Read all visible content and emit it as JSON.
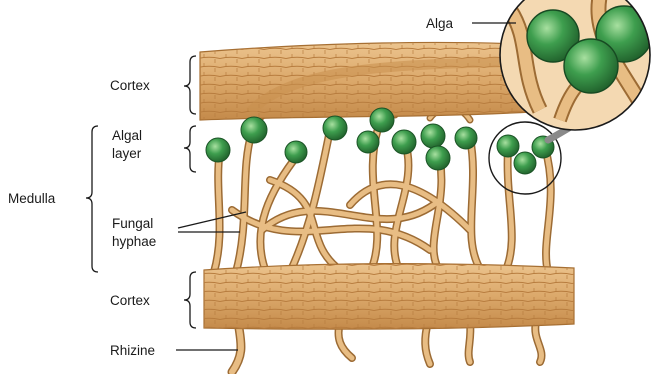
{
  "labels": {
    "alga": "Alga",
    "cortex_top": "Cortex",
    "algal_layer_line1": "Algal",
    "algal_layer_line2": "layer",
    "medulla": "Medulla",
    "fungal_hyphae_line1": "Fungal",
    "fungal_hyphae_line2": "hyphae",
    "cortex_bottom": "Cortex",
    "rhizine": "Rhizine"
  },
  "colors": {
    "hypha_fill": "#e8bd84",
    "hypha_outline": "#9c6b34",
    "cortex_fill": "#e2b378",
    "cortex_shade": "#c98f4e",
    "alga_fill": "#3e9e4e",
    "alga_light": "#8fd48f",
    "alga_dark": "#1f6b2c",
    "label_text": "#1a1a1a"
  }
}
